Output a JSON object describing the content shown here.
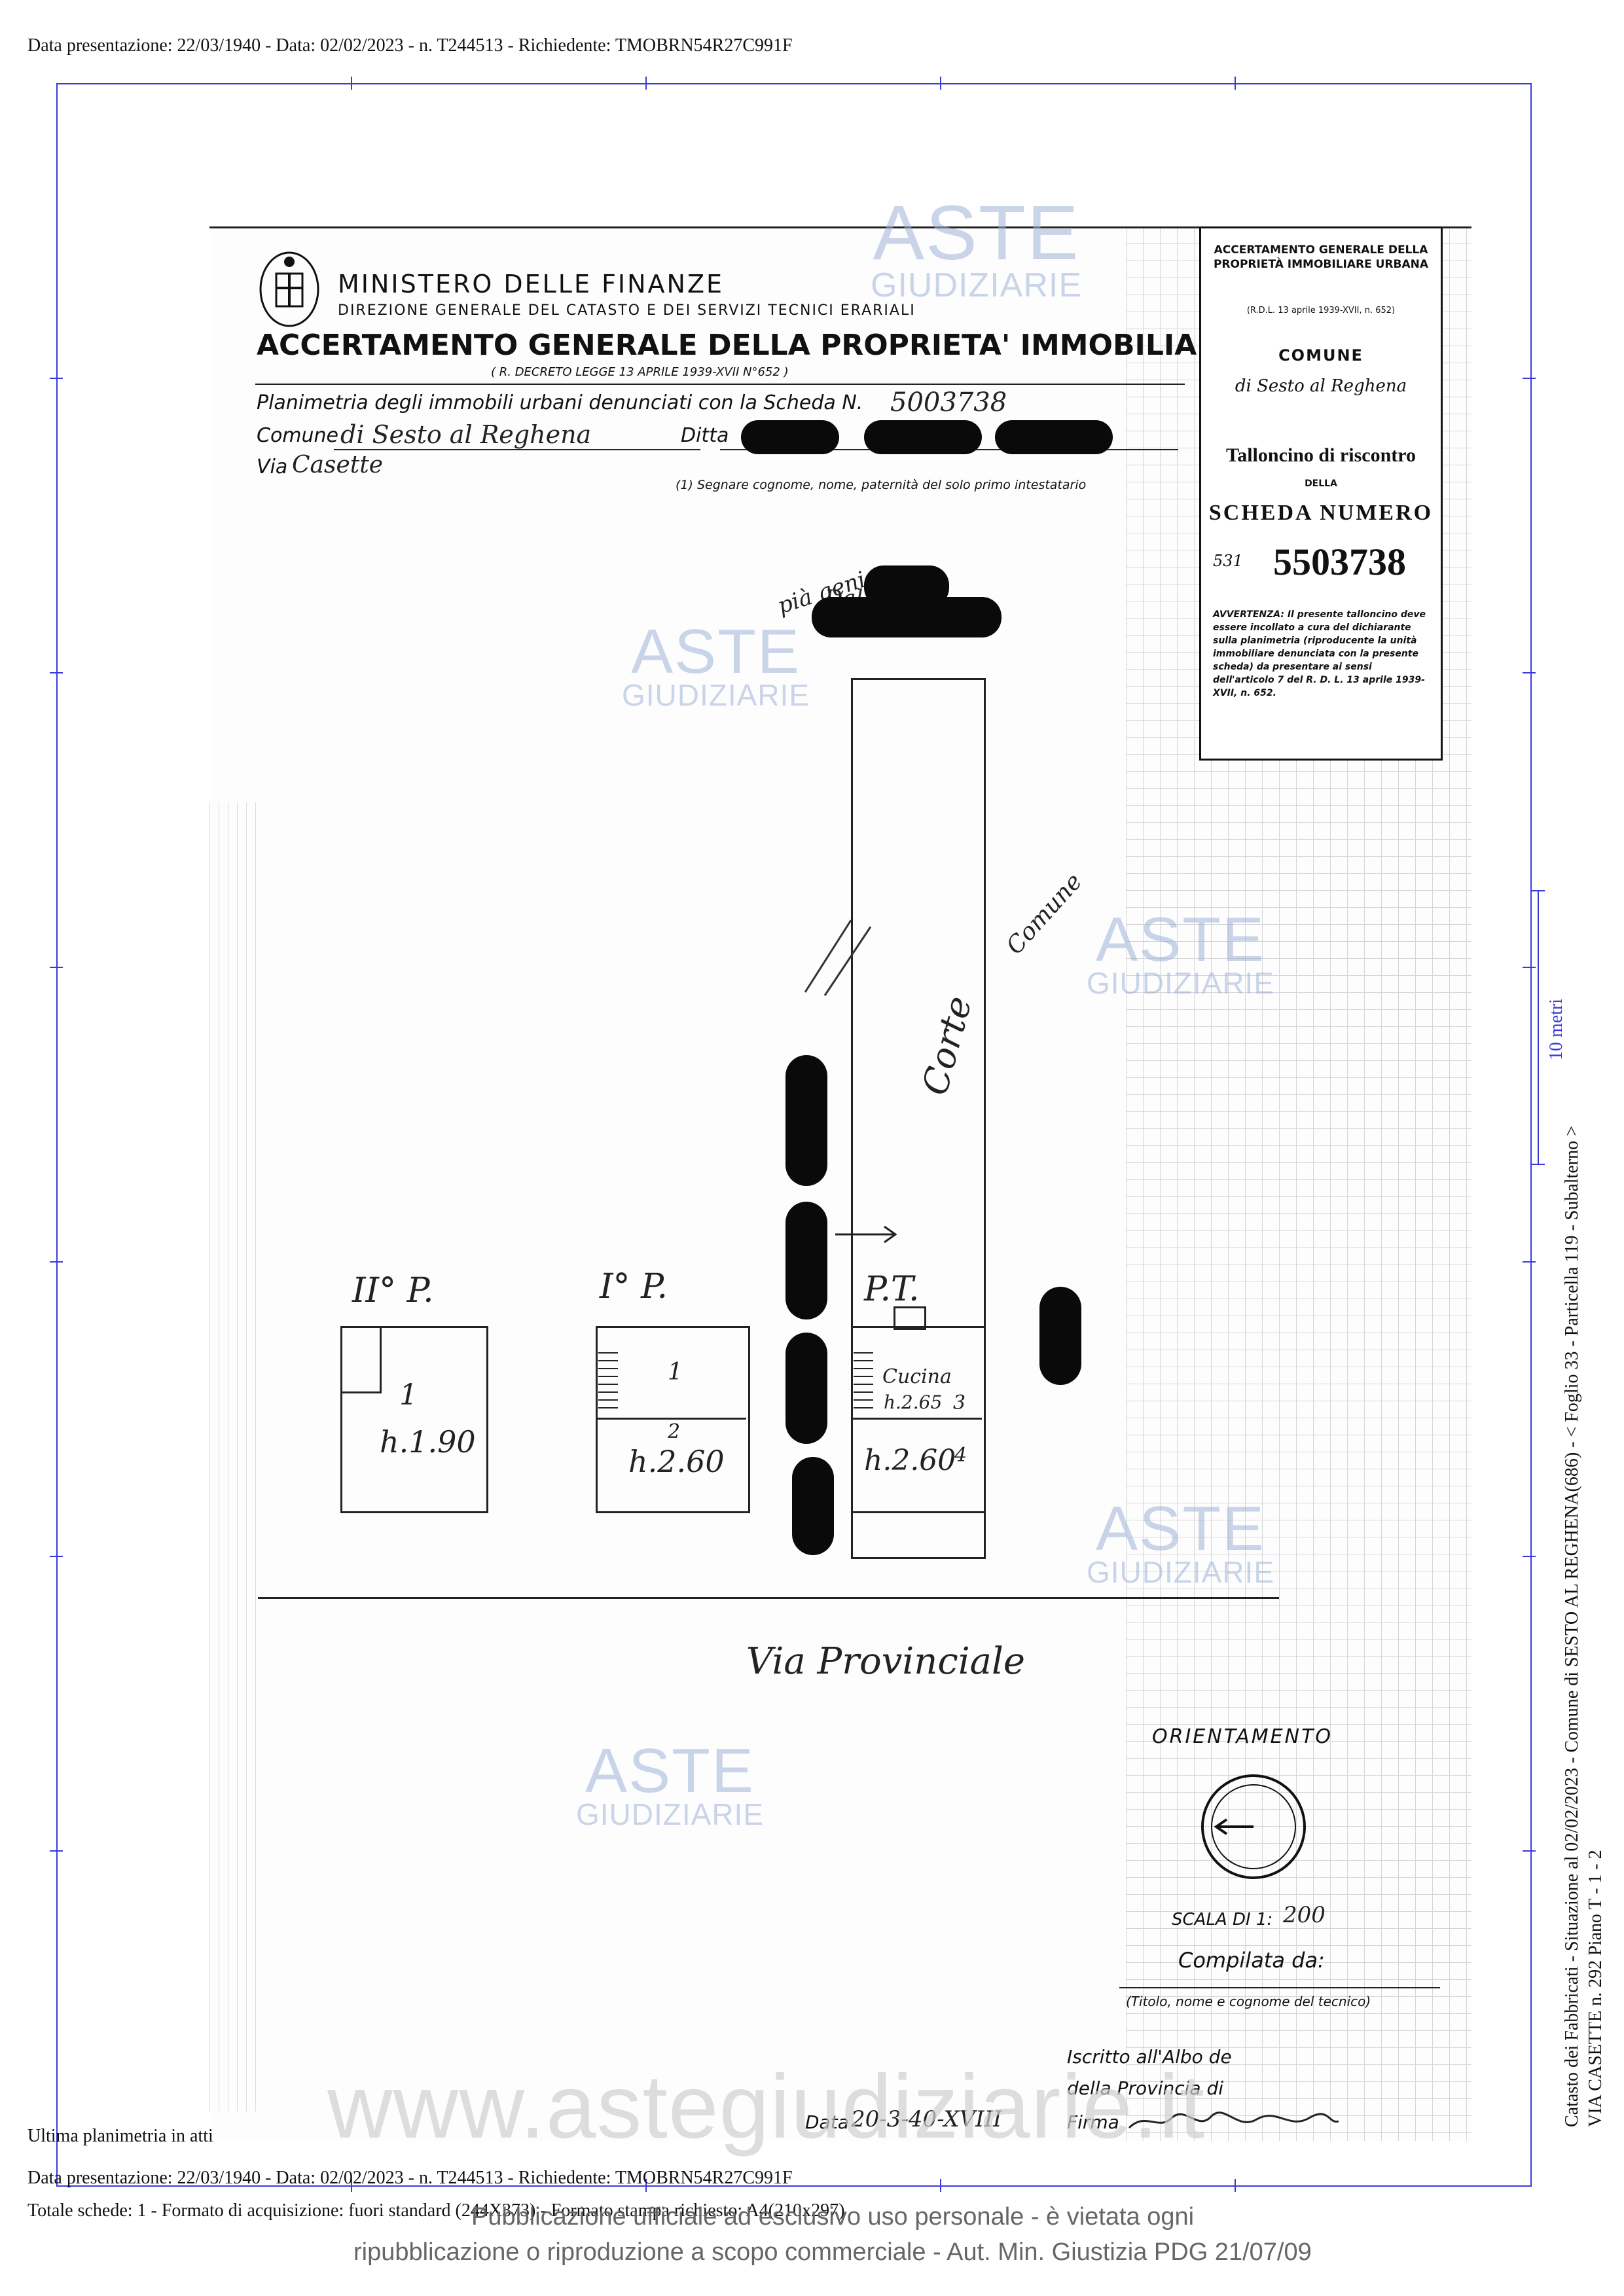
{
  "header": {
    "top_line": "Data presentazione: 22/03/1940 - Data: 02/02/2023 - n. T244513 - Richiedente: TMOBRN54R27C991F",
    "bottom_line": "Data presentazione: 22/03/1940 - Data: 02/02/2023 - n. T244513 - Richiedente: TMOBRN54R27C991F",
    "totals_line": "Totale schede: 1 - Formato di acquisizione: fuori standard (244X373) - Formato stampa richiesto: A4(210x297)",
    "last_plan": "Ultima planimetria in atti"
  },
  "side_text": {
    "line1": "Catasto dei Fabbricati - Situazione al 02/02/2023 - Comune di SESTO AL REGHENA(686) - < Foglio 33 - Particella 119 - Subalterno >",
    "line2": "VIA CASETTE n. 292 Piano T - 1 - 2",
    "scale_label": "10 metri"
  },
  "form": {
    "ministry": "MINISTERO DELLE FINANZE",
    "direzione": "DIREZIONE GENERALE DEL CATASTO E DEI SERVIZI TECNICI ERARIALI",
    "title": "ACCERTAMENTO GENERALE DELLA PROPRIETA' IMMOBILIARE URBANA",
    "decree": "( R. DECRETO LEGGE 13 APRILE 1939-XVII N°652 )",
    "planimetria_label": "Planimetria degli immobili urbani denunciati con la Scheda N.",
    "scheda_number": "5003738",
    "comune_label": "Comune",
    "comune_value": "di Sesto al Reghena",
    "ditta_label": "Ditta",
    "via_label": "Via",
    "via_value": "Casette",
    "footnote": "(1) Segnare cognome, nome, paternità del solo primo intestatario",
    "handwritten_owner_prefix": "pià geni",
    "handwritten_owner_mid": "Dal"
  },
  "stub": {
    "title": "ACCERTAMENTO GENERALE DELLA PROPRIETÀ IMMOBILIARE URBANA",
    "decree": "(R.D.L. 13 aprile 1939-XVII, n. 652)",
    "comune_label": "COMUNE",
    "comune_value": "di Sesto al Reghena",
    "talloncino": "Talloncino di riscontro",
    "della": "DELLA",
    "scheda_numero": "SCHEDA NUMERO",
    "number": "5503738",
    "small_number": "531",
    "avvertenza": "AVVERTENZA: Il presente talloncino deve essere incollato a cura del dichiarante sulla planimetria (riproducente la unità immobiliare denunciata con la presente scheda) da presentare ai sensi dell'articolo 7 del R. D. L. 13 aprile 1939-XVII, n. 652."
  },
  "plan": {
    "floor2_label": "II° P.",
    "floor1_label": "I° P.",
    "ground_label": "P.T.",
    "corte_label": "Corte",
    "comune_note": "Comune",
    "room_f2_number": "1",
    "room_f2_h": "h.1.90",
    "room_f1_number_a": "1",
    "room_f1_number_b": "2",
    "room_f1_h": "h.2.60",
    "room_pt_cucina": "Cucina",
    "room_pt_cucina_h": "h.2.65",
    "room_pt_number": "3",
    "room_pt_h": "h.2.60",
    "room_pt_number_b": "4",
    "street": "Via Provinciale"
  },
  "footer_form": {
    "orientamento": "ORIENTAMENTO",
    "scala_label": "SCALA DI 1:",
    "scala_value": "200",
    "compilata": "Compilata da:",
    "titolo": "(Titolo, nome e cognome del tecnico)",
    "iscritto": "Iscritto all'Albo de",
    "provincia": "della Provincia di",
    "data_label": "Data",
    "data_value": "20-3-40-XVIII",
    "firma_label": "Firma"
  },
  "watermarks": {
    "aste": "ASTE",
    "giudiziarie": "GIUDIZIARIE",
    "website": "www.astegiudiziarie.it",
    "pub_line1": "Pubblicazione ufficiale ad esclusivo uso personale - è vietata ogni",
    "pub_line2": "ripubblicazione o riproduzione a scopo commerciale - Aut. Min. Giustizia PDG 21/07/09"
  },
  "colors": {
    "frame": "#3a3adb",
    "watermark": "#9fb3d8",
    "redaction": "#0a0a0a"
  }
}
